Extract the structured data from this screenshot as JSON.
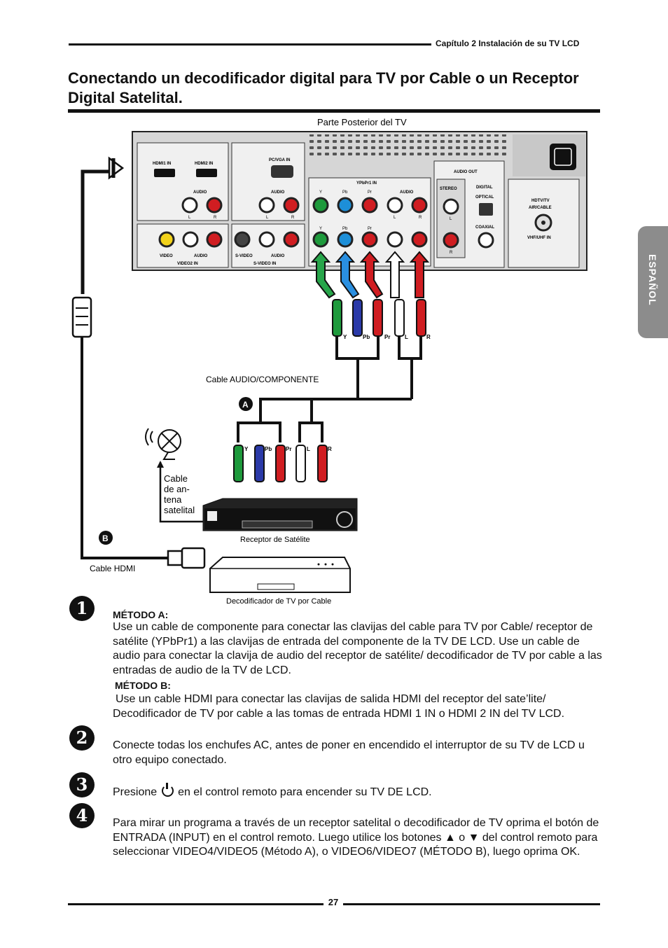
{
  "header": {
    "chapter": "Capítulo 2 Instalación de su TV LCD"
  },
  "title": "Conectando un decodificador digital para TV por Cable o un Receptor Digital Satelital.",
  "side_tab": "ESPAÑOL",
  "diagram": {
    "tv_back_label": "Parte Posterior del TV",
    "hdmi1": "HDMI1 IN",
    "hdmi2": "HDMI2 IN",
    "audio": "AUDIO",
    "pcvga": "PC/VGA IN",
    "ypbpr1": "YPbPr1 IN",
    "audio_out": "AUDIO OUT",
    "stereo": "STEREO",
    "digital": "DIGITAL",
    "optical": "OPTICAL",
    "coaxial": "COAXIAL",
    "hdtv": "HDTV/TV",
    "air_cable": "AIR/CABLE",
    "vhf": "VHF/UHF IN",
    "video": "VIDEO",
    "video2": "VIDEO2 IN",
    "svideo": "S-VIDEO",
    "svideo_in": "S-VIDEO IN",
    "y": "Y",
    "pb": "Pb",
    "pr": "Pr",
    "l": "L",
    "r": "R",
    "cable_av": "Cable AUDIO/COMPONENTE",
    "marker_a": "A",
    "marker_b": "B",
    "sat_antenna_1": "Cable",
    "sat_antenna_2": "de an-",
    "sat_antenna_3": "tena",
    "sat_antenna_4": "satelital",
    "sat_receiver": "Receptor de Satélite",
    "cable_hdmi": "Cable HDMI",
    "cable_box": "Decodificador de TV por Cable"
  },
  "steps": {
    "s1_num": "1",
    "method_a_title": "MÉTODO A:",
    "method_a_text": "Use un cable de componente para conectar las clavijas del cable para TV por Cable/ receptor de satélite (YPbPr1) a las clavijas de entrada del componente de la TV DE LCD. Use un cable de audio para conectar la clavija de audio del receptor de satélite/ decodificador de TV por cable a las entradas de audio de la TV de LCD.",
    "method_b_title": "MÉTODO B:",
    "method_b_text": "Use un cable HDMI para conectar las clavijas de salida HDMI del receptor del sate’lite/ Decodificador de TV por cable a las tomas de entrada HDMI 1 IN o HDMI 2 IN del TV LCD.",
    "s2_num": "2",
    "s2_text": "Conecte todas los enchufes AC, antes de poner en encendido el interruptor de su TV de LCD u otro equipo conectado.",
    "s3_num": "3",
    "s3_pre": "Presione",
    "s3_post": "en el control remoto para encender su TV DE LCD.",
    "s4_num": "4",
    "s4_text": "Para mirar un programa a través de un receptor satelital o decodificador de TV oprima el botón de ENTRADA (INPUT) en el control remoto. Luego utilice los botones ▲ o ▼ del control remoto para seleccionar VIDEO4/VIDEO5  (Método A), o VIDEO6/VIDEO7 (MÉTODO B), luego oprima OK."
  },
  "footer": {
    "page": "27"
  }
}
